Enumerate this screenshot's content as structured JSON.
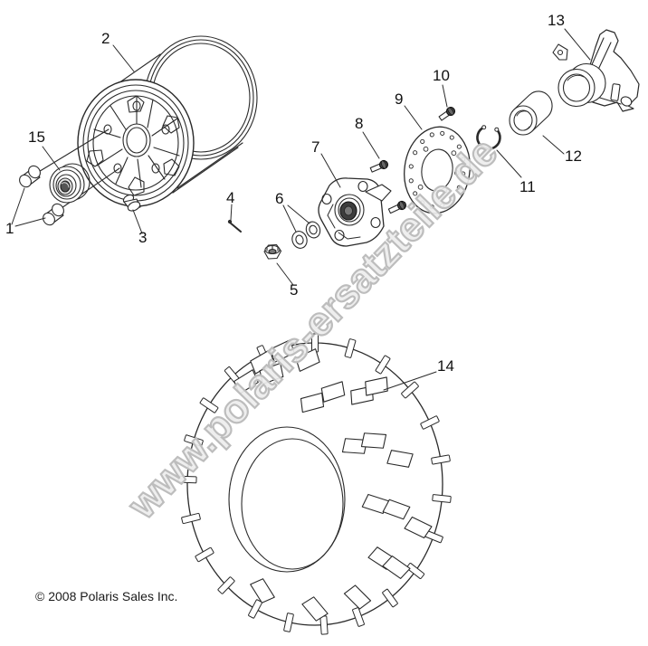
{
  "diagram": {
    "watermark": "www.polaris-ersatzteile.de",
    "copyright": "© 2008 Polaris Sales Inc.",
    "parts": [
      {
        "num": "1"
      },
      {
        "num": "2"
      },
      {
        "num": "3"
      },
      {
        "num": "4"
      },
      {
        "num": "5"
      },
      {
        "num": "6"
      },
      {
        "num": "7"
      },
      {
        "num": "8"
      },
      {
        "num": "9"
      },
      {
        "num": "10"
      },
      {
        "num": "11"
      },
      {
        "num": "12"
      },
      {
        "num": "13"
      },
      {
        "num": "14"
      },
      {
        "num": "15"
      }
    ]
  }
}
